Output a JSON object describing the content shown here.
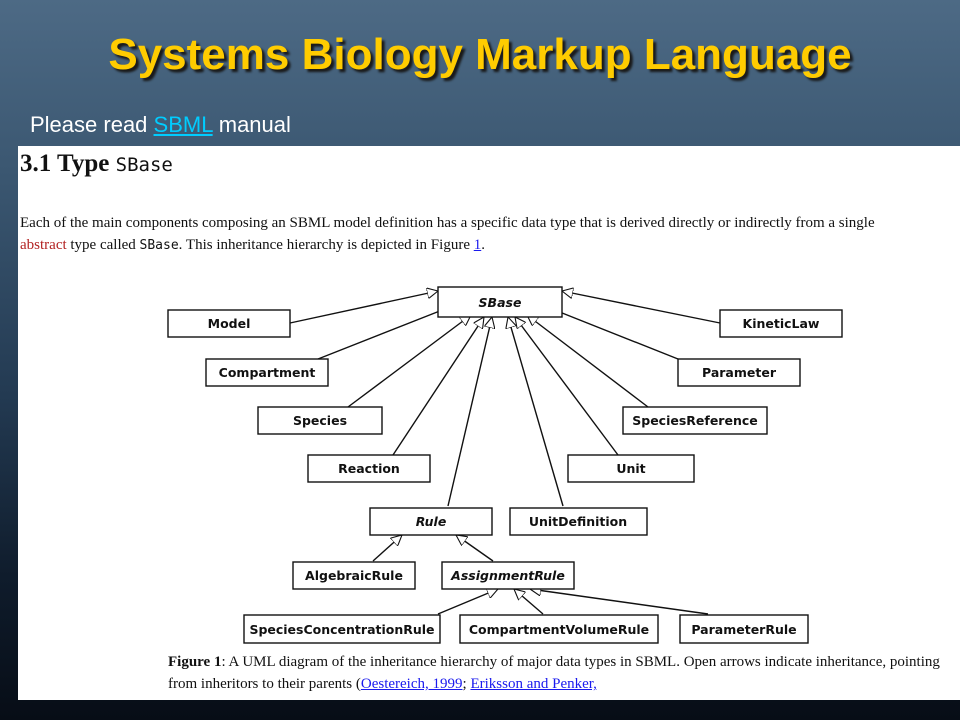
{
  "slide": {
    "title": "Systems Biology Markup Language",
    "subtitle_prefix": "Please read ",
    "subtitle_link": "SBML",
    "subtitle_suffix": " manual"
  },
  "document": {
    "heading_number": "3.1 Type ",
    "heading_code": "SBase",
    "para_line1": "Each of the main components composing an SBML model definition has a specific data type that is derived directly or indirectly from a single",
    "para_red": "abstract",
    "para_mid": " type called ",
    "para_code": "SBase",
    "para_rest": ". This inheritance hierarchy is depicted in Figure ",
    "para_link": "1",
    "para_end": ".",
    "caption_label": "Figure 1",
    "caption_text": ": A UML diagram of the inheritance hierarchy of major data types in SBML. Open arrows indicate inheritance, pointing from inheritors to their parents (",
    "caption_ref1": "Oestereich, 1999",
    "caption_sep": "; ",
    "caption_ref2": "Eriksson and Penker,"
  },
  "diagram": {
    "nodes": {
      "sbase": "SBase",
      "model": "Model",
      "kineticlaw": "KineticLaw",
      "compartment": "Compartment",
      "parameter": "Parameter",
      "species": "Species",
      "speciesreference": "SpeciesReference",
      "reaction": "Reaction",
      "unit": "Unit",
      "rule": "Rule",
      "unitdefinition": "UnitDefinition",
      "algebraicrule": "AlgebraicRule",
      "assignmentrule": "AssignmentRule",
      "speciesconcentrationrule": "SpeciesConcentrationRule",
      "compartmentvolumerule": "CompartmentVolumeRule",
      "parameterrule": "ParameterRule"
    }
  }
}
